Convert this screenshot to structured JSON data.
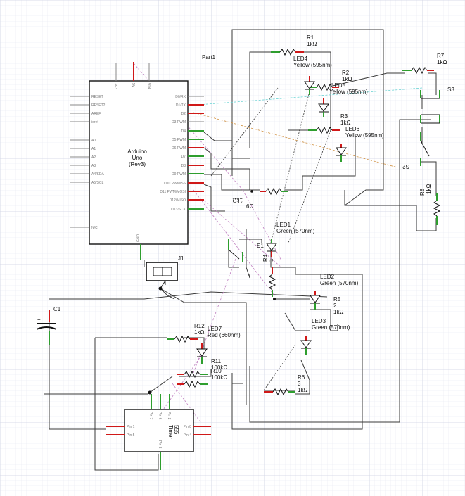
{
  "title": "Part1",
  "arduino": {
    "name": "Arduino",
    "model": "Uno",
    "rev": "(Rev3)",
    "left_pins": [
      "RESET",
      "RESET2",
      "AREF",
      "ioref",
      "A0",
      "A1",
      "A2",
      "A3",
      "A4/SDA",
      "A5/SCL",
      "N/C"
    ],
    "right_pins": [
      "D0/RX",
      "D1/TX",
      "D2",
      "D3 PWM",
      "D4",
      "D5 PWM",
      "D6 PWM",
      "D7",
      "D8",
      "D9 PWM",
      "D10 PWM/SS",
      "D11 PWM/MOSI",
      "D12/MISO",
      "D13/SCK"
    ],
    "top_pins": [
      "3V3",
      "5V",
      "VIN"
    ],
    "bottom_pin": "GND"
  },
  "timer": {
    "name": "555",
    "sub": "Timer",
    "pins": [
      "Pin 1",
      "Pin 5",
      "Pin 8",
      "Pin 4",
      "Pin 7",
      "Pin 6",
      "Pin 2",
      "Pin 3"
    ]
  },
  "resistors": {
    "r1": [
      "R1",
      "1kΩ"
    ],
    "r2": [
      "R2",
      "1kΩ"
    ],
    "r3": [
      "R3",
      "1kΩ"
    ],
    "r5": [
      "R5",
      "2",
      "1kΩ"
    ],
    "r6": [
      "R6",
      "3",
      "1kΩ"
    ],
    "r7": [
      "R7",
      "1kΩ"
    ],
    "r8": [
      "R8",
      "1kΩ"
    ],
    "r10": [
      "R10",
      "100kΩ"
    ],
    "r11": [
      "R11",
      "100kΩ"
    ],
    "r12": [
      "R12",
      "1kΩ"
    ],
    "rx": [
      "1kΩ",
      "6Ω"
    ],
    "r4": [
      "R4",
      "1"
    ]
  },
  "leds": {
    "led1": [
      "LED1",
      "Green (570nm)"
    ],
    "led2": [
      "LED2",
      "Green (570nm)"
    ],
    "led3": [
      "LED3",
      "Green (570nm)"
    ],
    "led4": [
      "LED4",
      "Yellow (595nm)"
    ],
    "led5": [
      "LED5",
      "Yellow (595nm)"
    ],
    "led6": [
      "LED6",
      "Yellow (595nm)"
    ],
    "led7": [
      "LED7",
      "Red (660nm)"
    ]
  },
  "switches": {
    "s1": "S1",
    "s2": "S2",
    "s3": "S3"
  },
  "jack": "J1",
  "capacitor": {
    "label": "C1",
    "plus": "+"
  },
  "colors": {
    "wire": "#3a3a3a",
    "terminal_green": "#2e9e2e",
    "terminal_red": "#d01818",
    "ratsnest_pink": "#c080c0",
    "ratsnest_cyan": "#60d0d0",
    "ratsnest_orange": "#d09040",
    "grid": "#dde0ec"
  }
}
